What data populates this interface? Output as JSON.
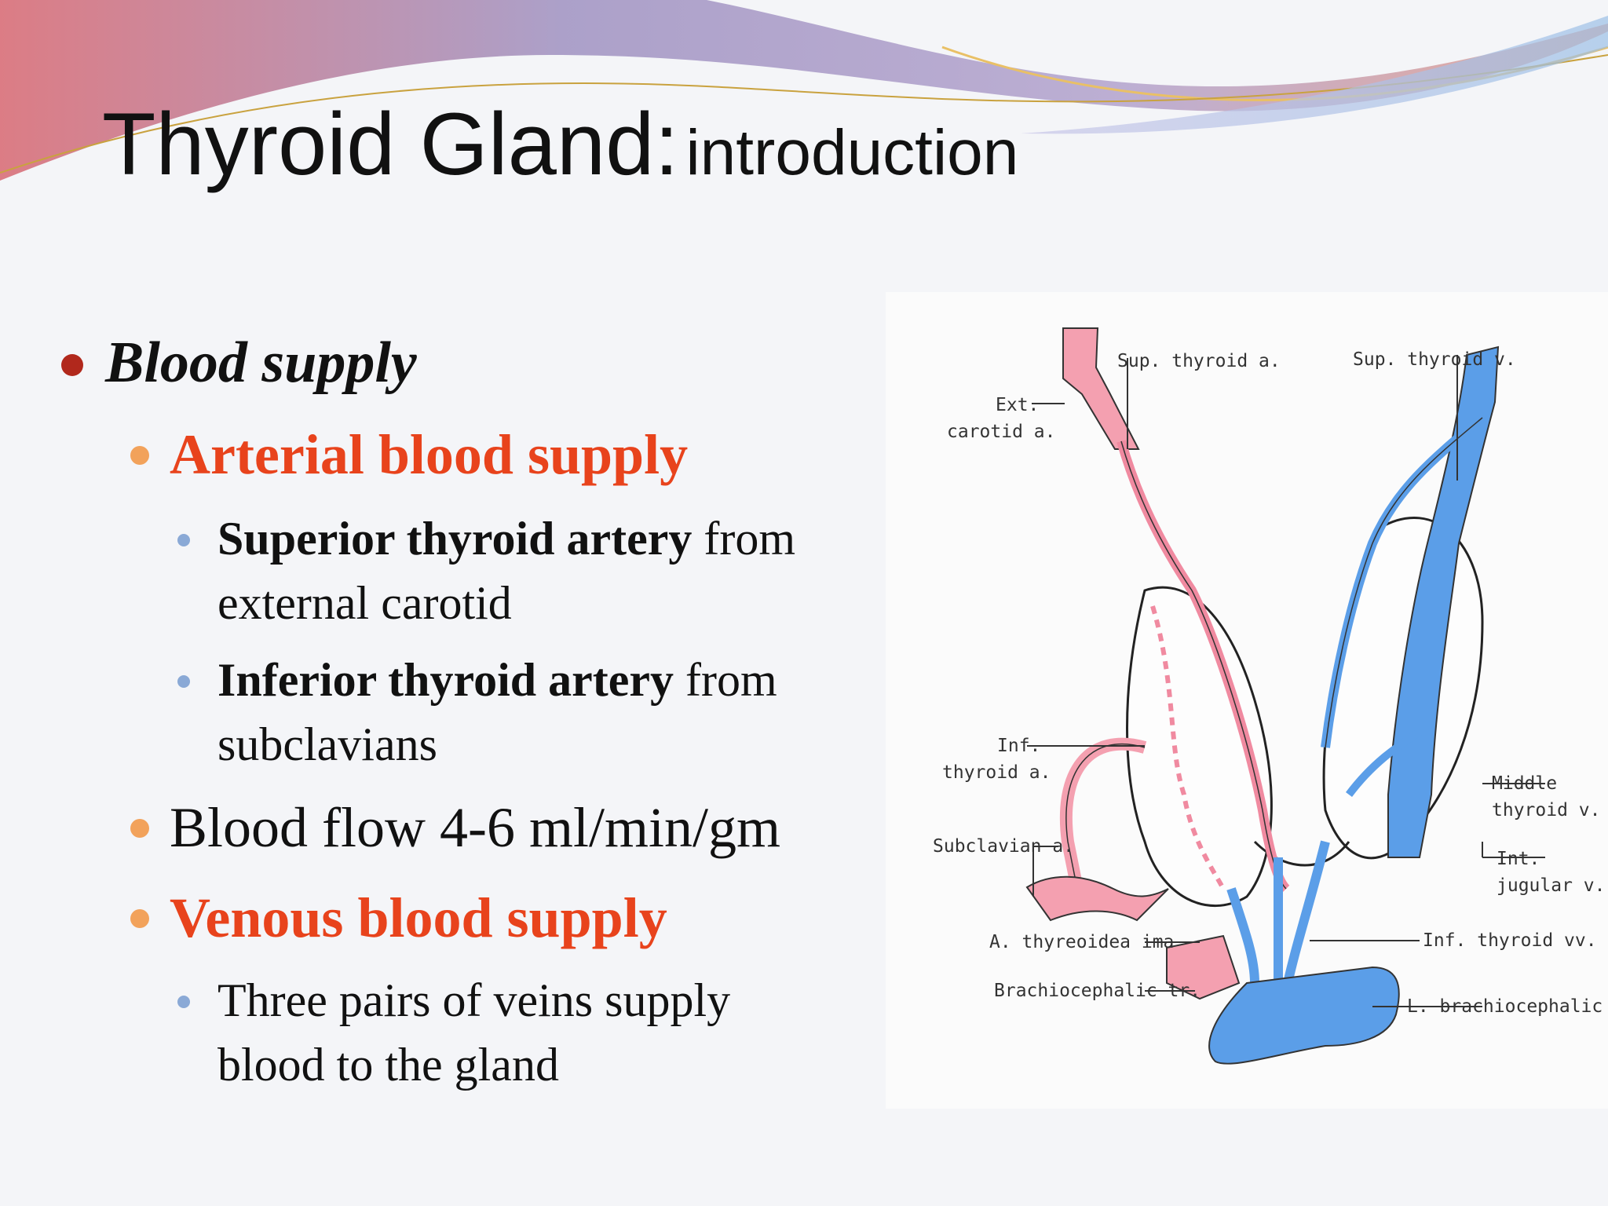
{
  "slide": {
    "title_main": "Thyroid Gland:",
    "title_sub": "introduction"
  },
  "content": {
    "blood_supply": "Blood supply",
    "arterial_heading": "Arterial blood supply",
    "superior_bold": "Superior thyroid artery",
    "superior_rest": "from",
    "superior_line2": "external carotid",
    "inferior_bold": "Inferior thyroid artery",
    "inferior_rest": "from",
    "inferior_line2": "subclavians",
    "blood_flow": "Blood flow 4-6 ml/min/gm",
    "venous_heading": "Venous blood supply",
    "veins_line1": "Three pairs of veins supply",
    "veins_line2": "blood to the gland"
  },
  "diagram": {
    "labels": {
      "sup_thyroid_a": "Sup. thyroid a.",
      "sup_thyroid_v": "Sup. thyroid v.",
      "ext": "Ext.",
      "carotid_a": "carotid a.",
      "inf": "Inf.",
      "thyroid_a": "thyroid a.",
      "subclavian_a": "Subclavian a.",
      "a_thyreoidea_ima": "A. thyreoidea ima",
      "brachiocephalic_tr": "Brachiocephalic tr.",
      "middle": "Middle",
      "thyroid_v": "thyroid v.",
      "int": "Int.",
      "jugular_v": "jugular v.",
      "inf_thyroid_vv": "Inf. thyroid vv.",
      "l_brachiocephalic_v": "L. brachiocephalic v."
    }
  },
  "colors": {
    "accent_red": "#e8431c",
    "artery_pink": "#f4a0b0",
    "vein_blue": "#5b9ee8",
    "bullet_l1": "#b1281c",
    "bullet_l2": "#f2a25b",
    "bullet_l3": "#8aa9d6"
  }
}
